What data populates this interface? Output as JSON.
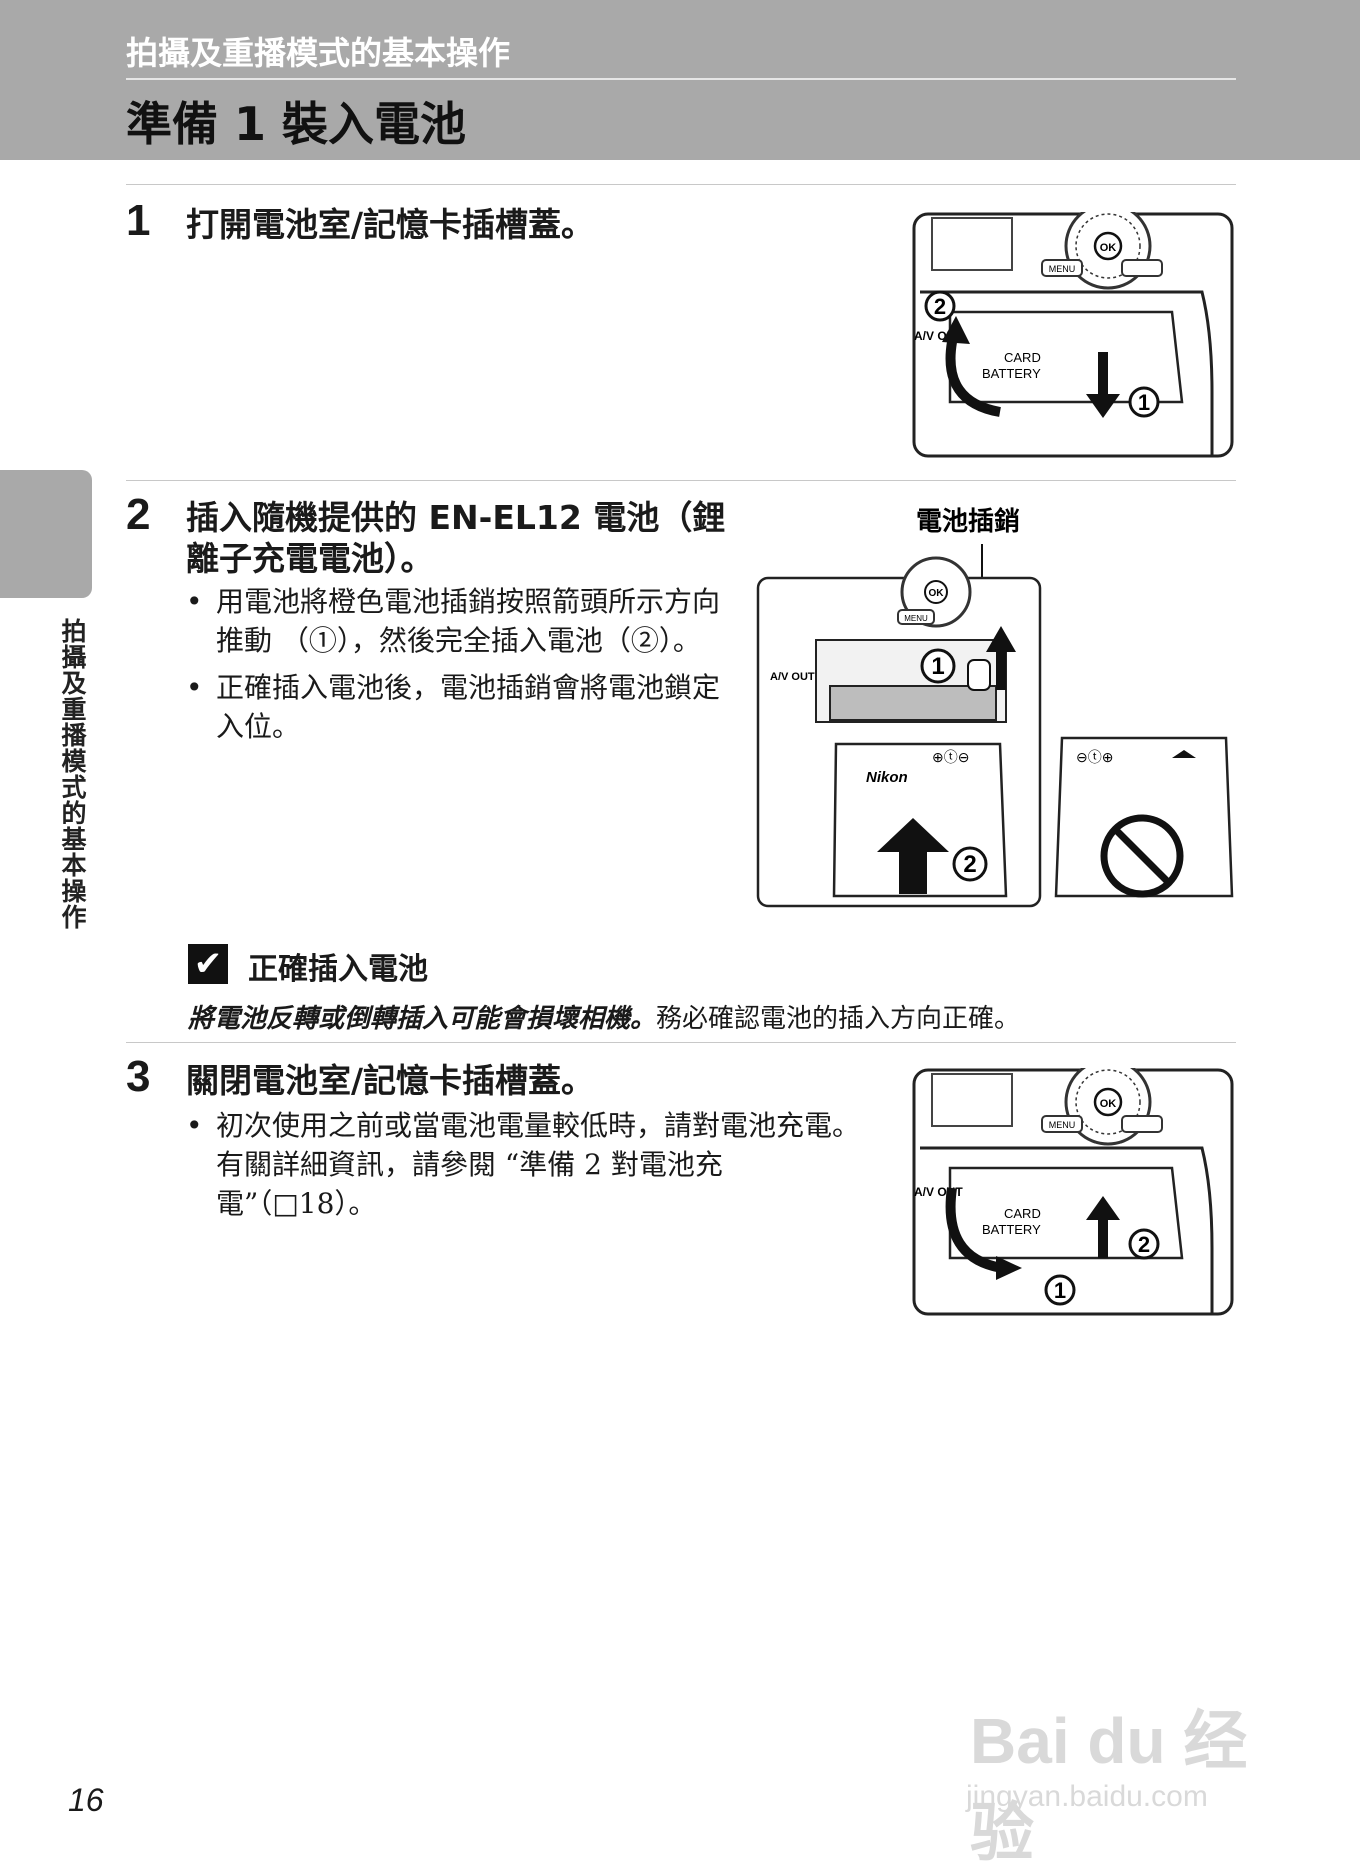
{
  "header": {
    "section": "拍攝及重播模式的基本操作",
    "title": "準備 1 裝入電池"
  },
  "sidebar_text": "拍攝及重播模式的基本操作",
  "steps": [
    {
      "number": "1",
      "title": "打開電池室/記憶卡插槽蓋。",
      "figure": {
        "arrow1": "1",
        "arrow2": "2",
        "port": "A/V OUT",
        "cover_label1": "CARD",
        "cover_label2": "BATTERY",
        "ok": "OK",
        "menu": "MENU"
      }
    },
    {
      "number": "2",
      "title": "插入隨機提供的 EN-EL12 電池（鋰離子充電電池）。",
      "bullets": [
        "用電池將橙色電池插銷按照箭頭所示方向推動 （①），然後完全插入電池（②）。",
        "正確插入電池後，電池插銷會將電池鎖定入位。"
      ],
      "figure": {
        "latch_label": "電池插銷",
        "brand": "Nikon",
        "arrow1": "1",
        "arrow2": "2",
        "port": "A/V OUT",
        "ok": "OK",
        "menu": "MENU"
      }
    },
    {
      "number": "3",
      "title": "關閉電池室/記憶卡插槽蓋。",
      "bullets": [
        "初次使用之前或當電池電量較低時，請對電池充電。有關詳細資訊，請參閱 “準備 2 對電池充電”（□18）。"
      ],
      "figure": {
        "arrow1": "1",
        "arrow2": "2",
        "port": "A/V OUT",
        "cover_label1": "CARD",
        "cover_label2": "BATTERY",
        "ok": "OK",
        "menu": "MENU"
      }
    }
  ],
  "note": {
    "icon": "✔",
    "title": "正確插入電池",
    "emphasis": "將電池反轉或倒轉插入可能會損壞相機。",
    "body": "務必確認電池的插入方向正確。"
  },
  "page_number": "16",
  "watermark": {
    "main": "Bai du 经验",
    "sub": "jingyan.baidu.com"
  }
}
